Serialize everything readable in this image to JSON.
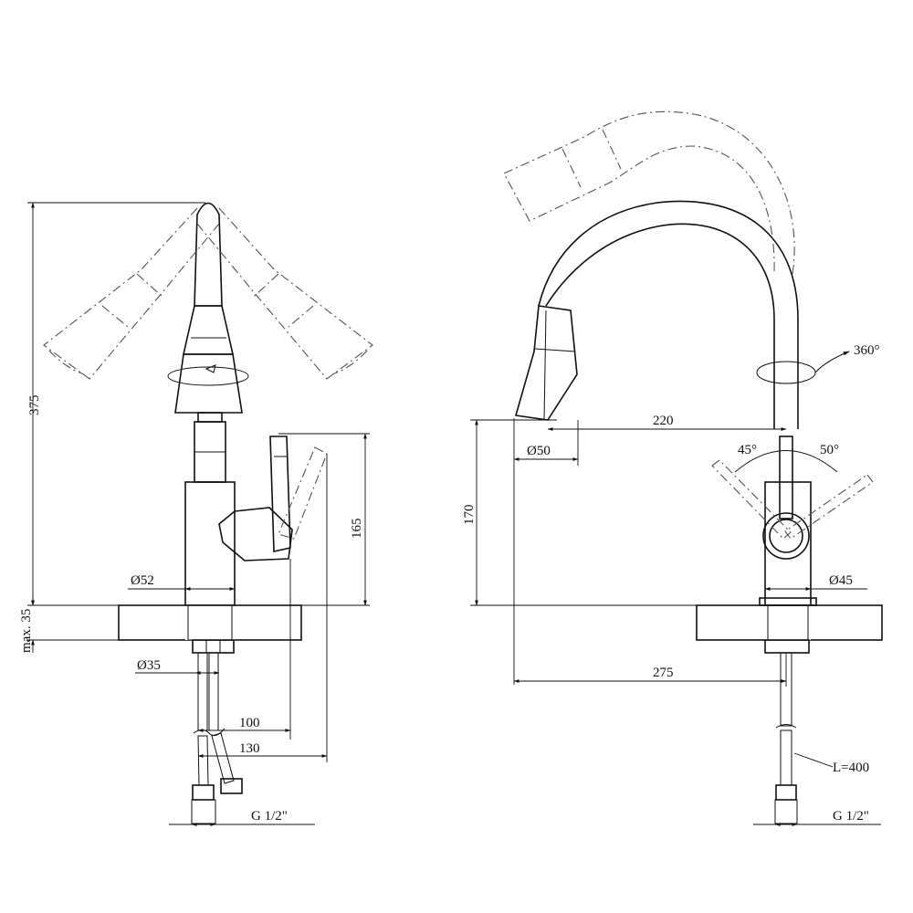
{
  "dimensions": {
    "height_total": "375",
    "max_thickness": "max. 35",
    "body_diameter_left": "Ø52",
    "inlet_diameter": "Ø35",
    "reach_100": "100",
    "reach_130": "130",
    "thread_left": "G 1/2\"",
    "height_165": "165",
    "height_170": "170",
    "spout_head_diameter": "Ø50",
    "spout_reach": "220",
    "total_reach": "275",
    "body_diameter_right": "Ø45",
    "hose_length": "L=400",
    "thread_right": "G 1/2\"",
    "rotation": "360°",
    "lever_angle_left": "45°",
    "lever_angle_right": "50°"
  }
}
